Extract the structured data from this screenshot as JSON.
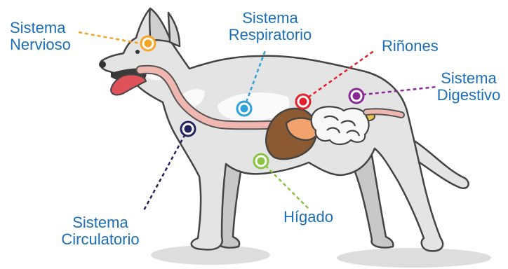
{
  "colors": {
    "label_text": "#1a6fb8",
    "body_fill": "#e4e4e4",
    "body_outline": "#444444",
    "shadow": "#dddddd"
  },
  "labels": {
    "nervous": {
      "line1": "Sistema",
      "line2": "Nervioso",
      "marker_color": "#f5a524"
    },
    "respiratory": {
      "line1": "Sistema",
      "line2": "Respiratorio",
      "marker_color": "#2ea3d8"
    },
    "kidneys": {
      "line1": "Riñones",
      "marker_color": "#e3202b"
    },
    "digestive": {
      "line1": "Sistema",
      "line2": "Digestivo",
      "marker_color": "#8a2a97"
    },
    "circulatory": {
      "line1": "Sistema",
      "line2": "Circulatorio",
      "marker_color": "#23235e"
    },
    "liver": {
      "line1": "Hígado",
      "marker_color": "#88c540"
    }
  }
}
